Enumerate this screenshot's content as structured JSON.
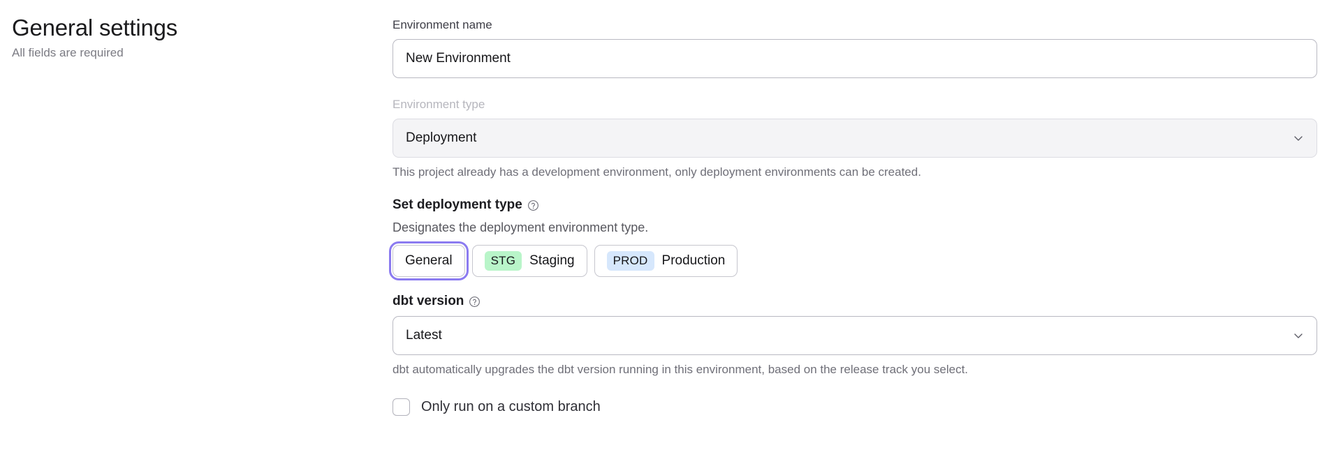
{
  "left_panel": {
    "title": "General settings",
    "subtitle": "All fields are required"
  },
  "form": {
    "environment_name": {
      "label": "Environment name",
      "value": "New Environment",
      "placeholder": "New Environment"
    },
    "environment_type": {
      "label": "Environment type",
      "value": "Deployment",
      "disabled": true,
      "helper_text": "This project already has a development environment, only deployment environments can be created.",
      "chevron_icon": "chevron-down-icon"
    },
    "deployment_type": {
      "heading": "Set deployment type",
      "help_icon": "question-circle-icon",
      "description": "Designates the deployment environment type.",
      "options": [
        {
          "id": "general",
          "label": "General",
          "badge": null,
          "badge_color": null,
          "selected": true
        },
        {
          "id": "staging",
          "label": "Staging",
          "badge": "STG",
          "badge_color": "#b9f5c9",
          "selected": false
        },
        {
          "id": "production",
          "label": "Production",
          "badge": "PROD",
          "badge_color": "#d6e7fc",
          "selected": false
        }
      ],
      "focus_ring_color": "#8b7bf0"
    },
    "dbt_version": {
      "label": "dbt version",
      "help_icon": "question-circle-icon",
      "value": "Latest",
      "chevron_icon": "chevron-down-icon",
      "helper_text": "dbt automatically upgrades the dbt version running in this environment, based on the release track you select."
    },
    "custom_branch": {
      "label": "Only run on a custom branch",
      "checked": false
    }
  }
}
